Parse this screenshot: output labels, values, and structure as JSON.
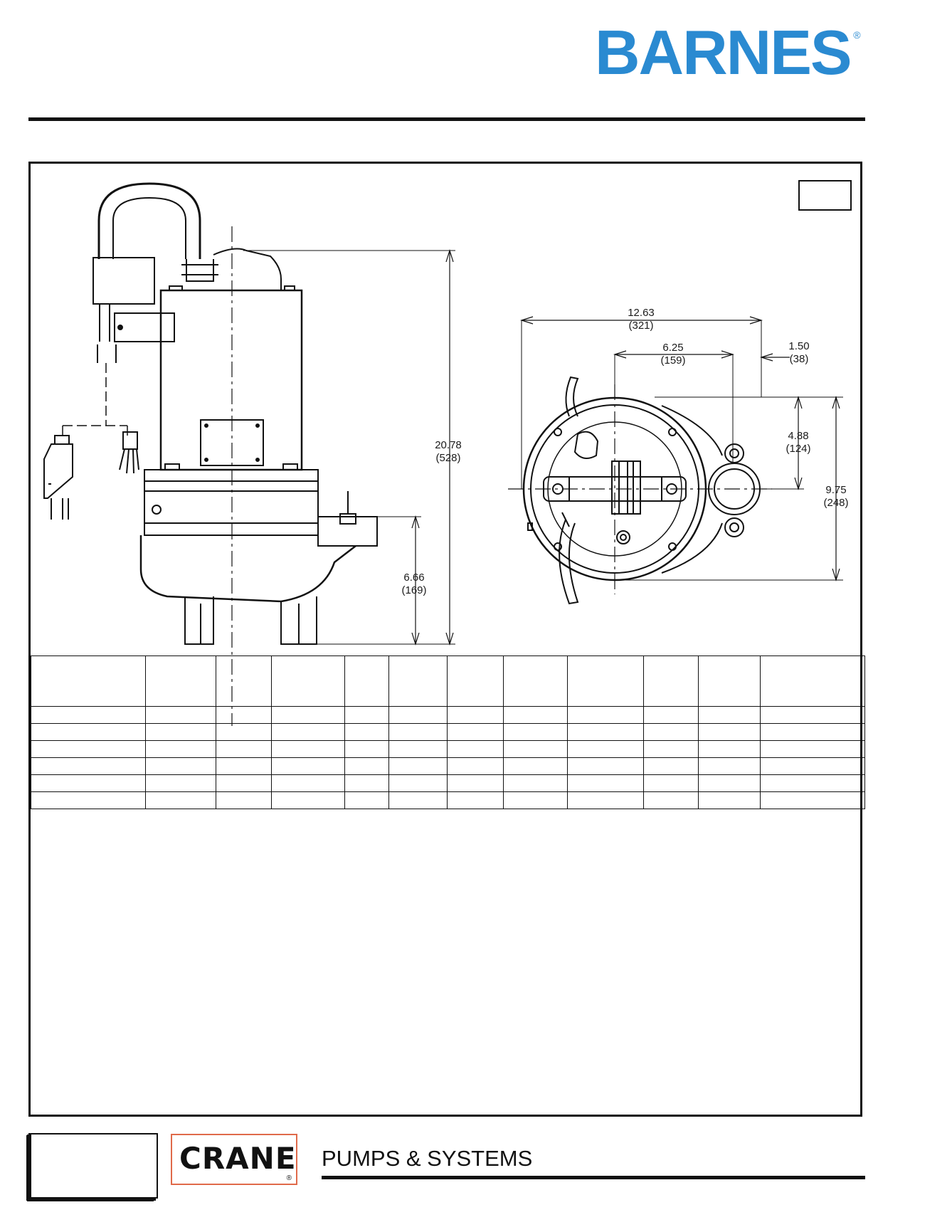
{
  "header": {
    "brand": "BARNES",
    "brand_reg": "®"
  },
  "colors": {
    "brand": "#2a8ad1",
    "accent": "#e06a4a",
    "ink": "#111111"
  },
  "dimensions": {
    "height_total": {
      "in": "20.78",
      "mm": "(528)"
    },
    "discharge_height": {
      "in": "6.66",
      "mm": "(169)"
    },
    "overall_width": {
      "in": "12.63",
      "mm": "(321)"
    },
    "center_to_discharge": {
      "in": "6.25",
      "mm": "(159)"
    },
    "flange_offset": {
      "in": "1.50",
      "mm": "(38)"
    },
    "center_offset": {
      "in": "4.88",
      "mm": "(124)"
    },
    "overall_depth": {
      "in": "9.75",
      "mm": "(248)"
    }
  },
  "footer": {
    "company": "CRANE",
    "company_reg": "®",
    "tagline": "PUMPS & SYSTEMS"
  }
}
